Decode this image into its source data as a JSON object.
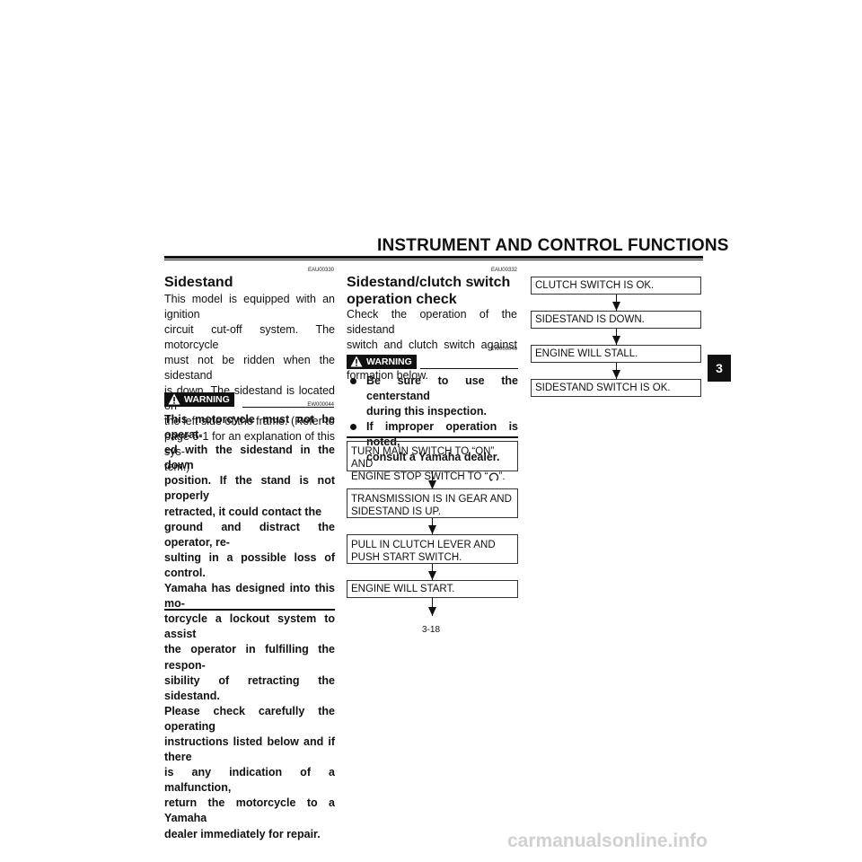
{
  "header": {
    "title": "INSTRUMENT AND CONTROL FUNCTIONS",
    "chapter_tab": "3"
  },
  "left": {
    "code": "EAU00330",
    "heading": "Sidestand",
    "paragraph_lines": [
      "This model is equipped with an ignition",
      "circuit cut-off system. The motorcycle",
      "must not be ridden when the sidestand",
      "is down. The sidestand is located on",
      "the left side of the frame. (Refer to",
      "page 5-1 for an explanation of this sys-",
      "tem.)"
    ],
    "warning_code": "EW000044",
    "warning_label": "WARNING",
    "warning_lines": [
      "This motorcycle must not be operat-",
      "ed with the sidestand in the down",
      "position. If the stand is not properly",
      "retracted, it could contact the",
      "ground and distract the operator, re-",
      "sulting in a possible loss of control.",
      "Yamaha has designed into this mo-",
      "torcycle a lockout system to assist",
      "the operator in fulfilling the respon-",
      "sibility of retracting the sidestand.",
      "Please check carefully the operating",
      "instructions listed below and if there",
      "is any indication of a malfunction,",
      "return the motorcycle to a Yamaha",
      "dealer immediately for repair."
    ]
  },
  "middle": {
    "code": "EAU00332",
    "heading_line1": "Sidestand/clutch switch",
    "heading_line2": "operation check",
    "paragraph_lines": [
      "Check the operation of the sidestand",
      "switch and clutch switch against the in-",
      "formation below."
    ],
    "warning_code": "EW000046",
    "warning_label": "WARNING",
    "bullets": [
      {
        "line1": "Be sure to use the centerstand",
        "line2": "during this inspection."
      },
      {
        "line1": "If improper operation is noted,",
        "line2": "consult a Yamaha dealer."
      }
    ],
    "flow": [
      {
        "line1": "TURN MAIN SWITCH TO “ON” AND",
        "line2_pre": "ENGINE STOP SWITCH TO “",
        "line2_post": "”."
      },
      {
        "line1": "TRANSMISSION IS IN GEAR AND",
        "line2": "SIDESTAND IS UP."
      },
      {
        "line1": "PULL IN CLUTCH LEVER AND",
        "line2": "PUSH START SWITCH."
      },
      {
        "line1": "ENGINE WILL START."
      }
    ]
  },
  "right": {
    "flow": [
      "CLUTCH SWITCH IS OK.",
      "SIDESTAND IS DOWN.",
      "ENGINE WILL STALL.",
      "SIDESTAND SWITCH IS OK."
    ]
  },
  "footer": {
    "page_number": "3-18",
    "watermark": "carmanualsonline.info"
  }
}
